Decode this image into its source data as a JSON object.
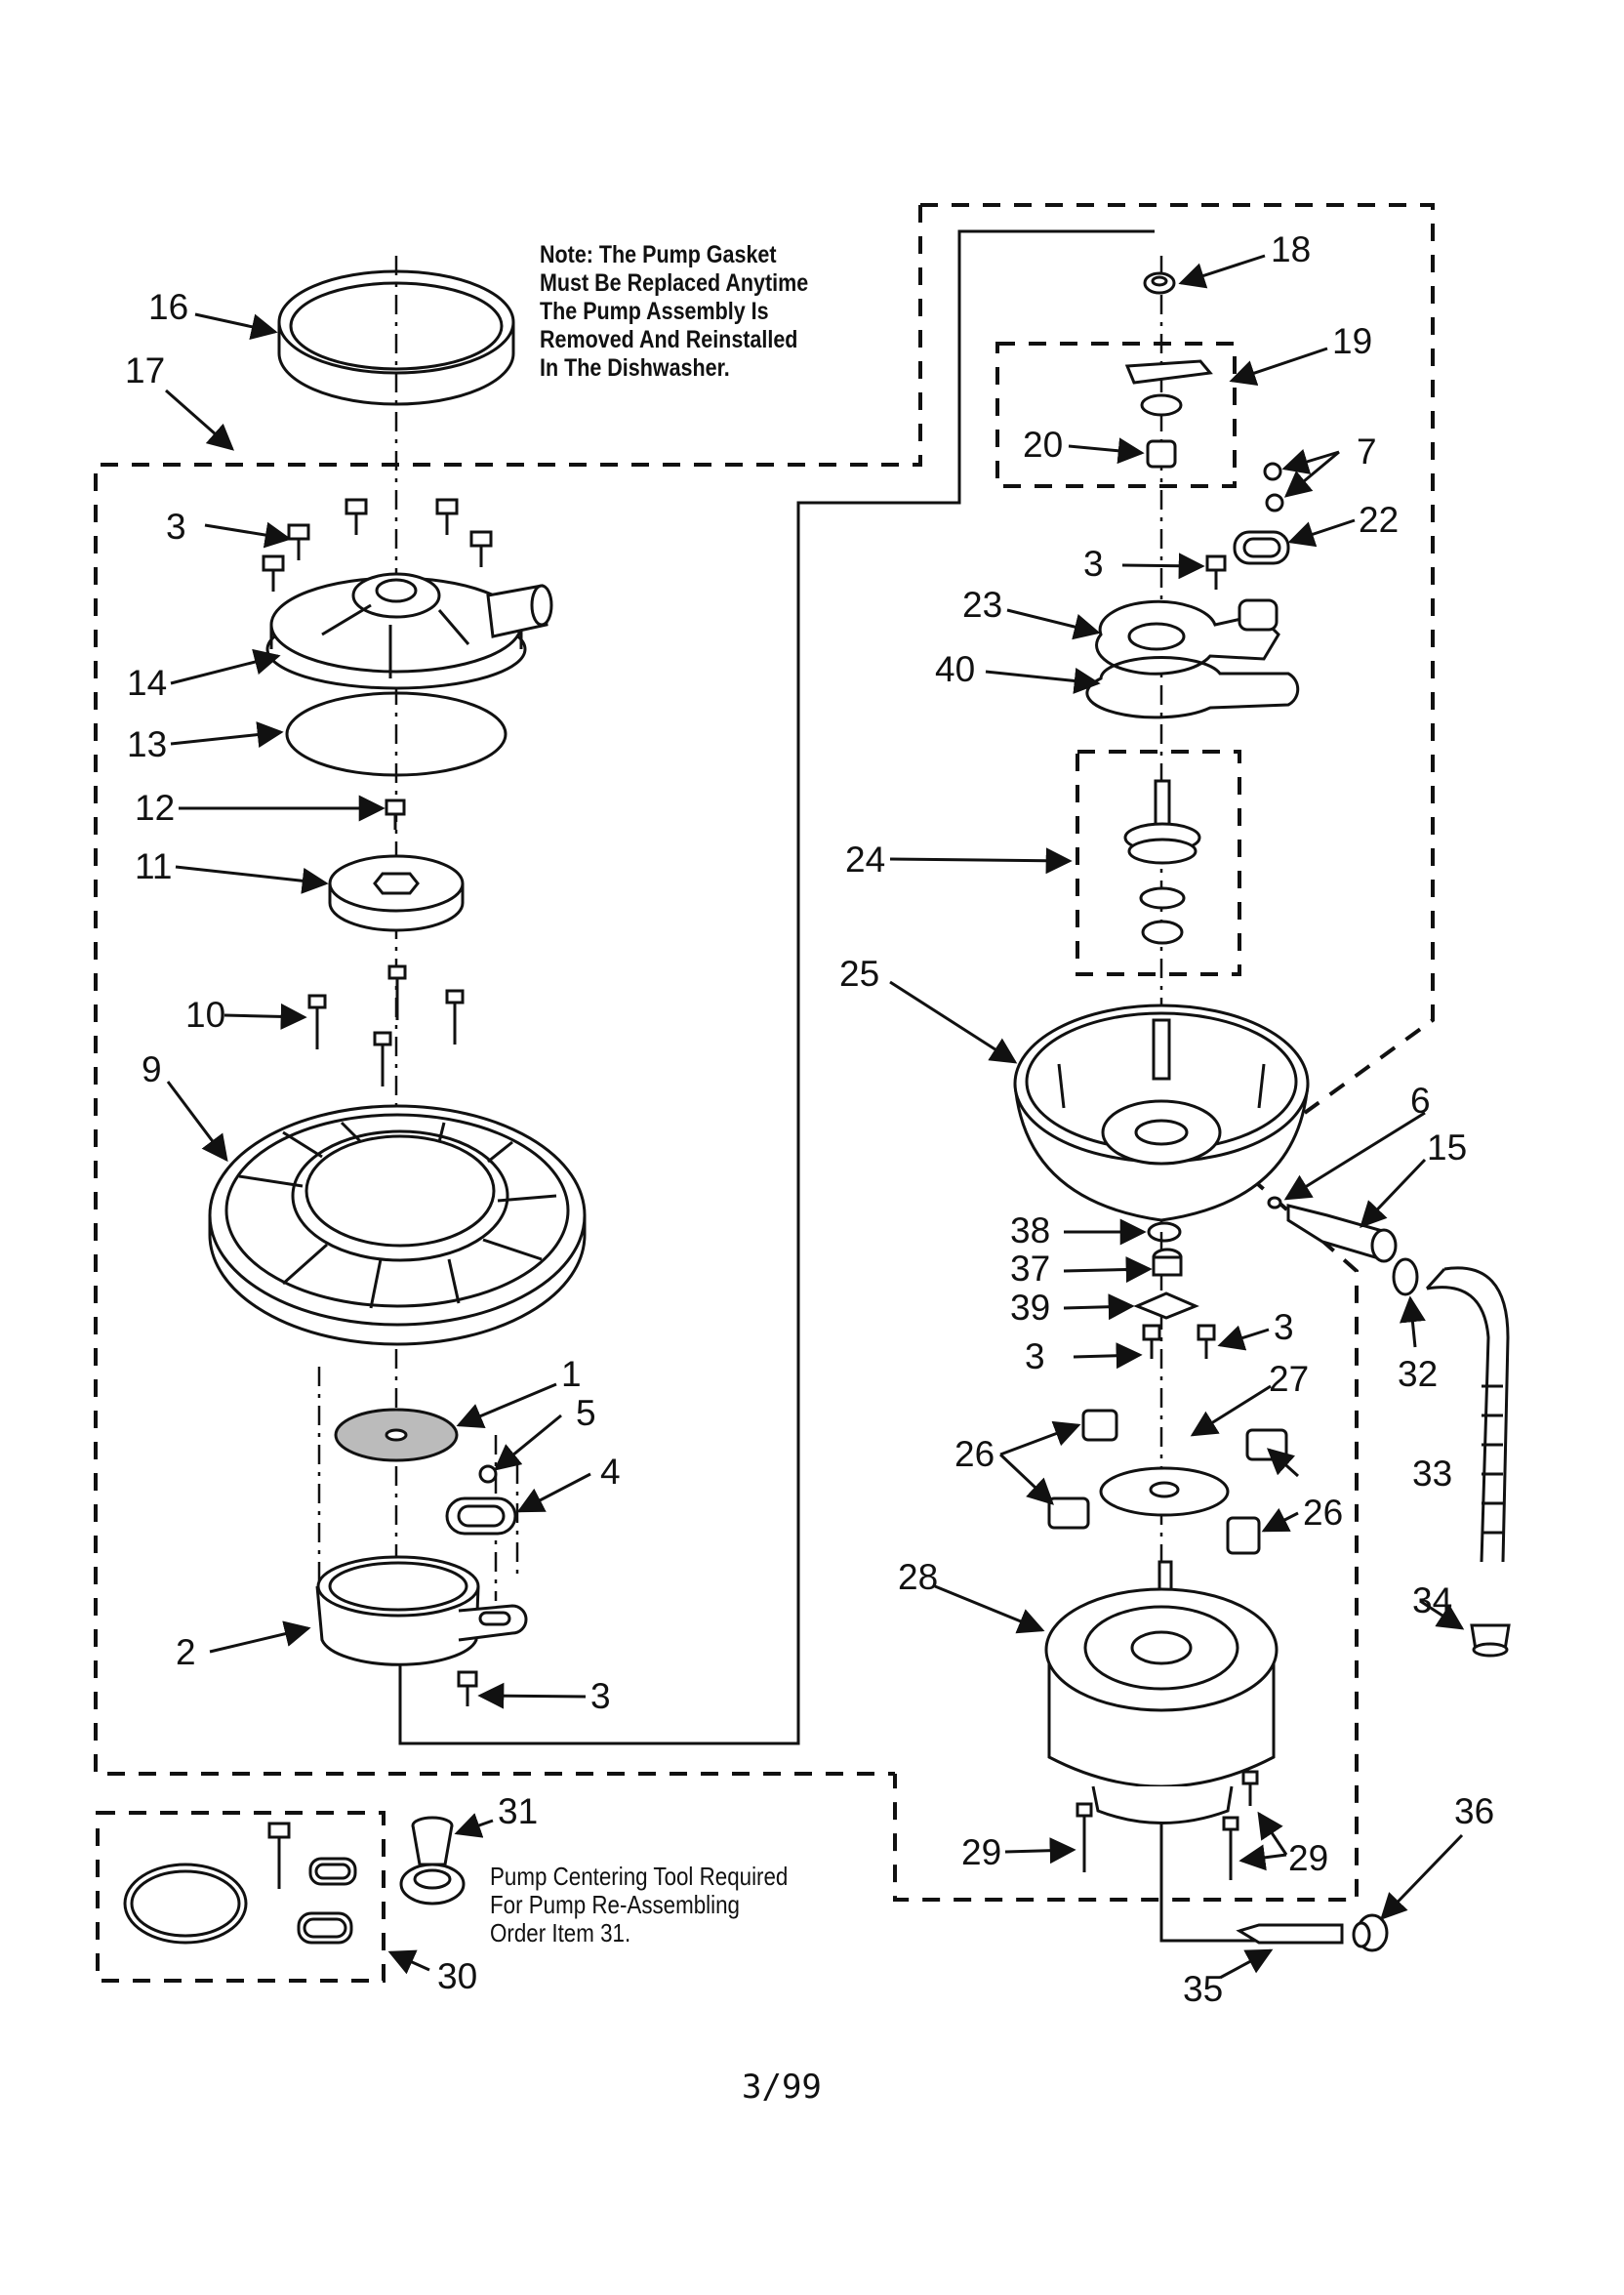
{
  "notes": {
    "gasket": [
      "Note: The Pump Gasket",
      "Must Be Replaced Anytime",
      "The Pump Assembly Is",
      "Removed And Reinstalled",
      "In The Dishwasher."
    ],
    "tool": [
      "Pump Centering Tool Required",
      "For Pump Re-Assembling",
      "Order Item 31."
    ]
  },
  "footer": "3/99",
  "callouts": [
    "16",
    "17",
    "3",
    "14",
    "13",
    "12",
    "11",
    "10",
    "9",
    "1",
    "5",
    "4",
    "2",
    "3",
    "31",
    "30",
    "18",
    "19",
    "20",
    "7",
    "22",
    "3",
    "23",
    "40",
    "24",
    "25",
    "6",
    "15",
    "38",
    "37",
    "39",
    "3",
    "3",
    "32",
    "27",
    "26",
    "26",
    "33",
    "28",
    "34",
    "29",
    "29",
    "36",
    "35"
  ]
}
